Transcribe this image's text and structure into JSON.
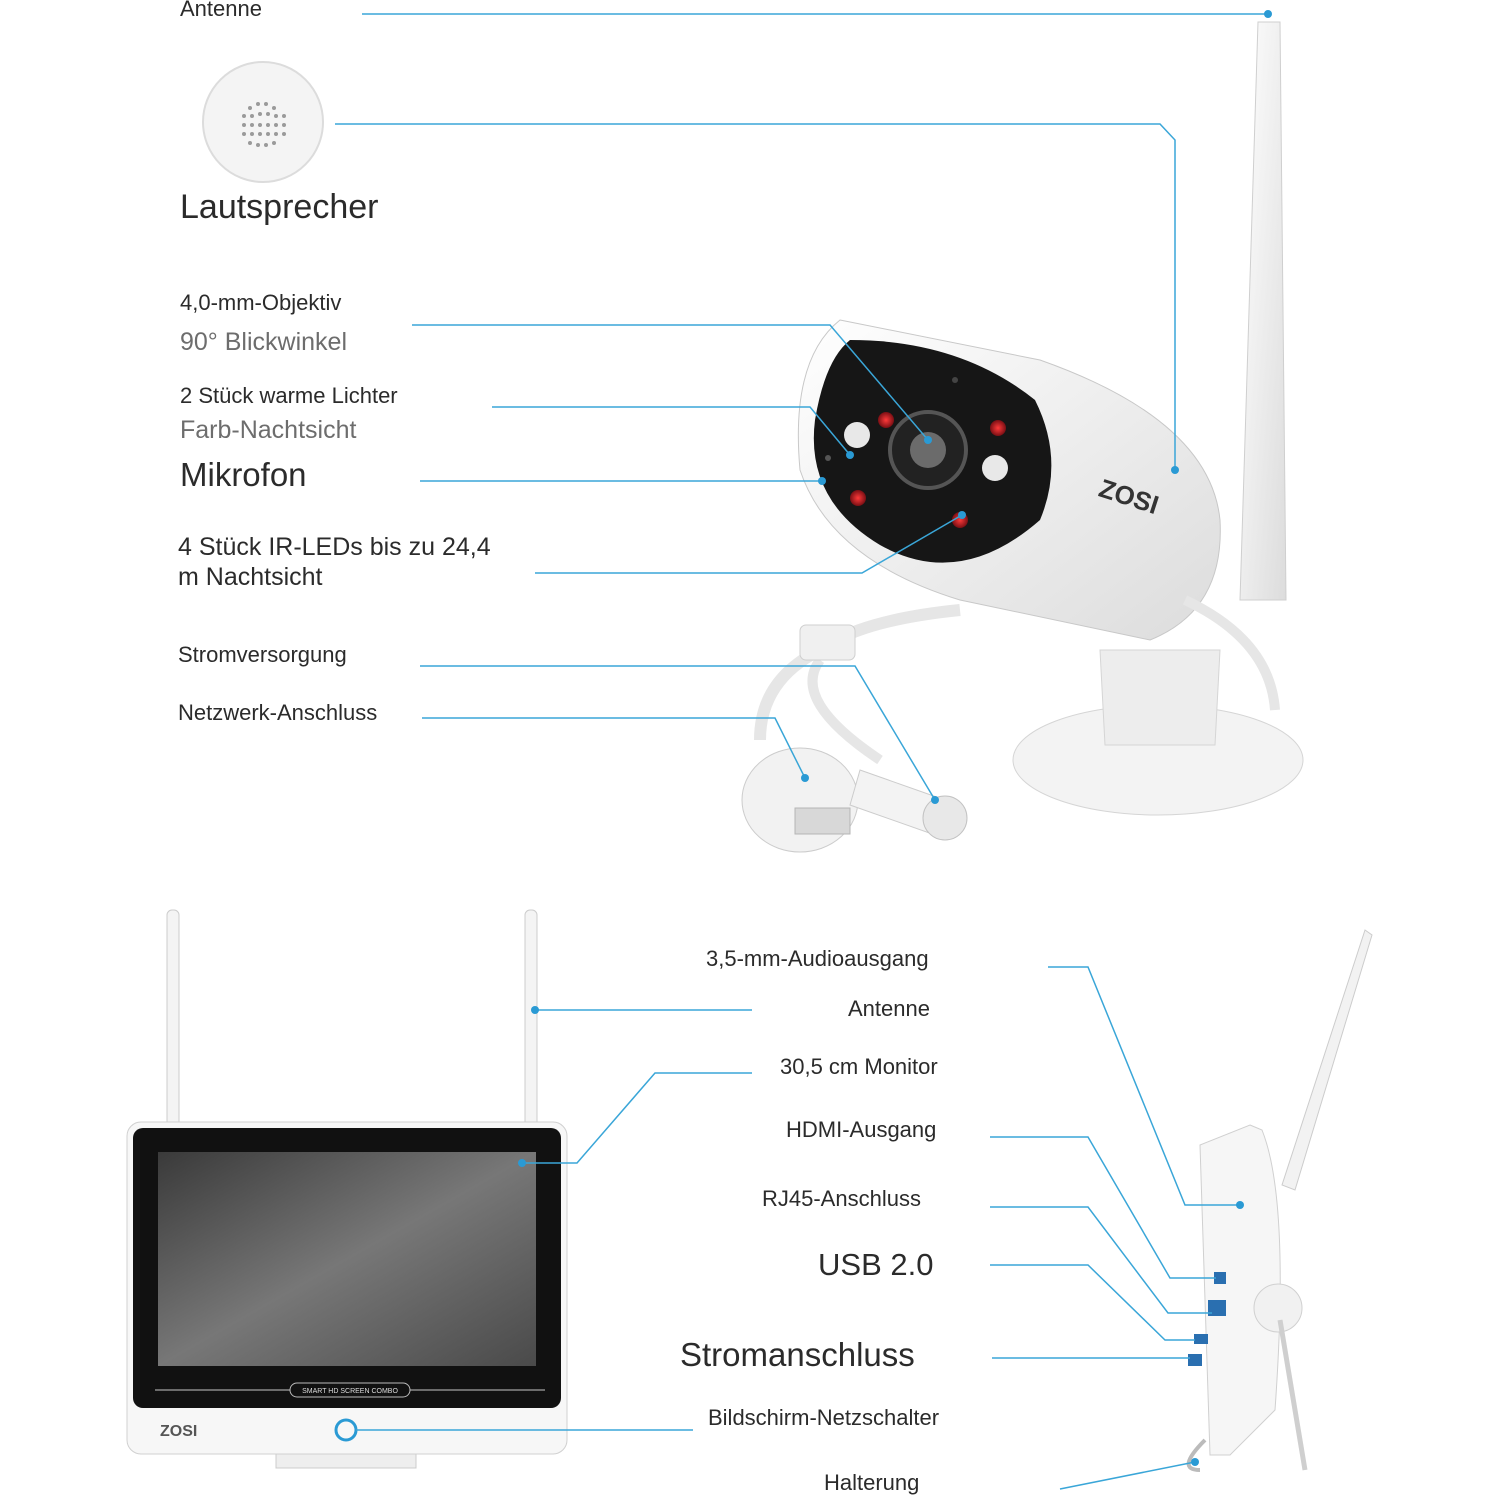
{
  "camera": {
    "antenna": "Antenne",
    "speaker": "Lautsprecher",
    "lens": "4,0-mm-Objektiv",
    "view_angle": "90° Blickwinkel",
    "warm_lights": "2 Stück warme Lichter",
    "color_night": "Farb-Nachtsicht",
    "microphone": "Mikrofon",
    "ir_leds": "4 Stück IR-LEDs bis zu 24,4",
    "ir_leds_cont": "m Nachtsicht",
    "power": "Stromversorgung",
    "network": "Netzwerk-Anschluss",
    "brand": "ZOSI"
  },
  "monitor": {
    "audio_out": "3,5-mm-Audioausgang",
    "antenna": "Antenne",
    "monitor": "30,5 cm Monitor",
    "hdmi": "HDMI-Ausgang",
    "rj45": "RJ45-Anschluss",
    "usb": "USB 2.0",
    "power": "Stromanschluss",
    "power_switch": "Bildschirm-Netzschalter",
    "stand": "Halterung",
    "brand": "ZOSI",
    "combo_label": "SMART HD SCREEN COMBO"
  },
  "colors": {
    "leader": "#3aa6d8",
    "text": "#2b2b2b",
    "ir_led": "#e0202a"
  }
}
